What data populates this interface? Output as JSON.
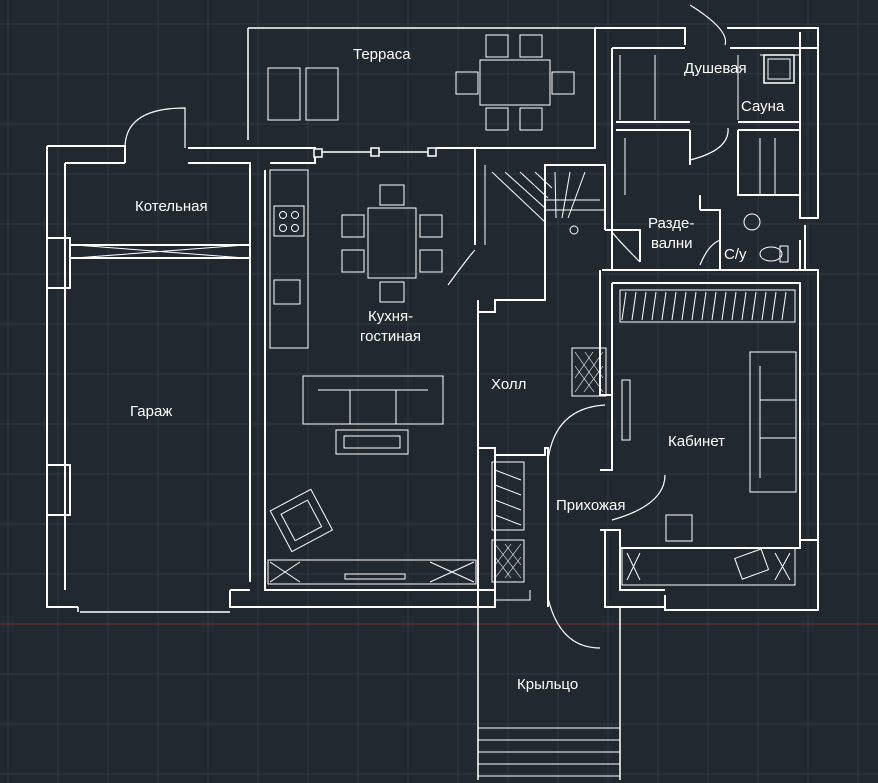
{
  "plan": {
    "background": "#212830",
    "grid_color": "#2f3a45",
    "line_color": "#ffffff",
    "axis_color": "#7a2b32",
    "rooms": {
      "terrace": "Терраса",
      "shower": "Душевая",
      "sauna": "Сауна",
      "boiler": "Котельная",
      "dressing_1": "Разде-",
      "dressing_2": "вални",
      "wc": "С/у",
      "kitchen_1": "Кухня-",
      "kitchen_2": "гостиная",
      "hall": "Холл",
      "garage": "Гараж",
      "study": "Кабинет",
      "entry": "Прихожая",
      "porch": "Крыльцо"
    }
  }
}
